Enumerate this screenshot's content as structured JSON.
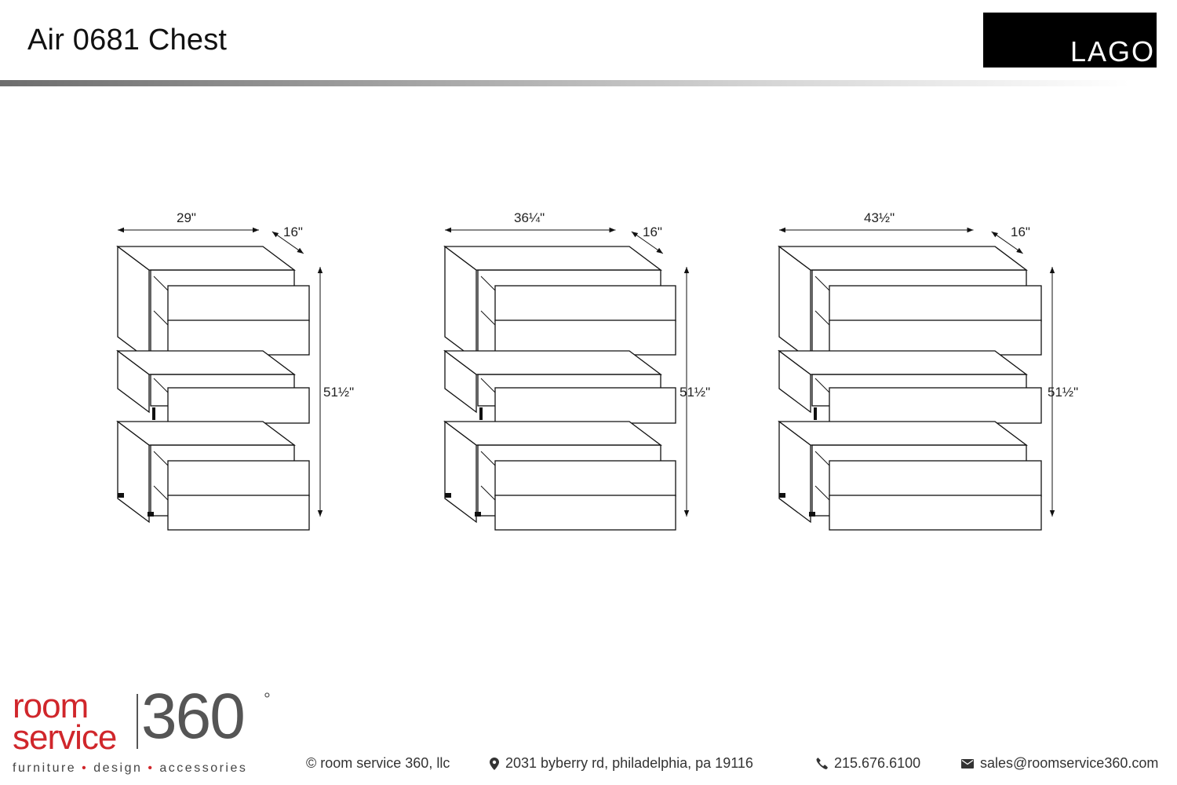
{
  "header": {
    "title": "Air 0681 Chest",
    "brand_logo_text": "LAGO"
  },
  "chests": [
    {
      "width_label": "29\"",
      "depth_label": "16\"",
      "height_label": "51½\""
    },
    {
      "width_label": "36¼\"",
      "depth_label": "16\"",
      "height_label": "51½\""
    },
    {
      "width_label": "43½\"",
      "depth_label": "16\"",
      "height_label": "51½\""
    }
  ],
  "footer": {
    "logo": {
      "word1": "room",
      "word2": "service",
      "number": "360",
      "degree": "°",
      "tagline_1": "furniture",
      "tagline_2": "design",
      "tagline_3": "accessories",
      "tagline_sep": "•"
    },
    "company": "© room service 360, llc",
    "address": "2031 byberry rd, philadelphia, pa 19116",
    "phone": "215.676.6100",
    "email": "sales@roomservice360.com"
  },
  "colors": {
    "brand_red": "#d0262b",
    "logo_gray": "#555555",
    "logo_box": "#000000"
  },
  "icons": {
    "address": "map-pin-icon",
    "phone": "phone-icon",
    "email": "envelope-icon"
  }
}
